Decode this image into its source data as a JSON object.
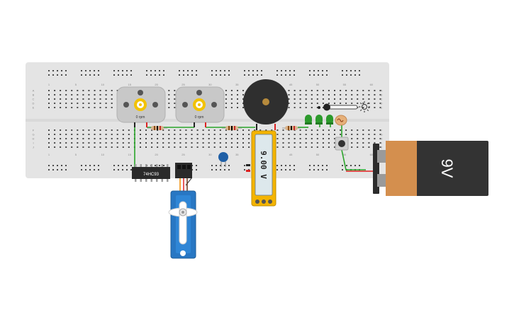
{
  "canvas": {
    "background": "#ffffff"
  },
  "breadboard": {
    "color": "#e4e4e4",
    "row_letters_top": [
      "A",
      "B",
      "C",
      "D",
      "E"
    ],
    "row_letters_bottom": [
      "F",
      "G",
      "H",
      "I",
      "J"
    ],
    "column_labels": [
      "1",
      "5",
      "10",
      "15",
      "20",
      "25",
      "30",
      "35",
      "40",
      "45",
      "50",
      "55",
      "60"
    ]
  },
  "motors": [
    {
      "speed_label": "0 rpm"
    },
    {
      "speed_label": "0 rpm"
    }
  ],
  "ic_chip": {
    "label": "74HC93"
  },
  "multimeter": {
    "reading": "9.00 V",
    "case_color": "#f4b400"
  },
  "battery": {
    "label": "9V",
    "body_color": "#333333",
    "band_color": "#d48f4e"
  },
  "icons": {
    "motor_hub": "gear-icon",
    "light": "sun-icon",
    "buzzer": "piezo-buzzer-icon",
    "servo": "servo-motor-icon",
    "leds": "led-icon"
  },
  "colors": {
    "wire_green": "#2aa52a",
    "wire_red": "#e02020",
    "led_green": "#2c9a2c",
    "servo_blue": "#2877c3",
    "capacitor_blue": "#1f5fa6"
  }
}
